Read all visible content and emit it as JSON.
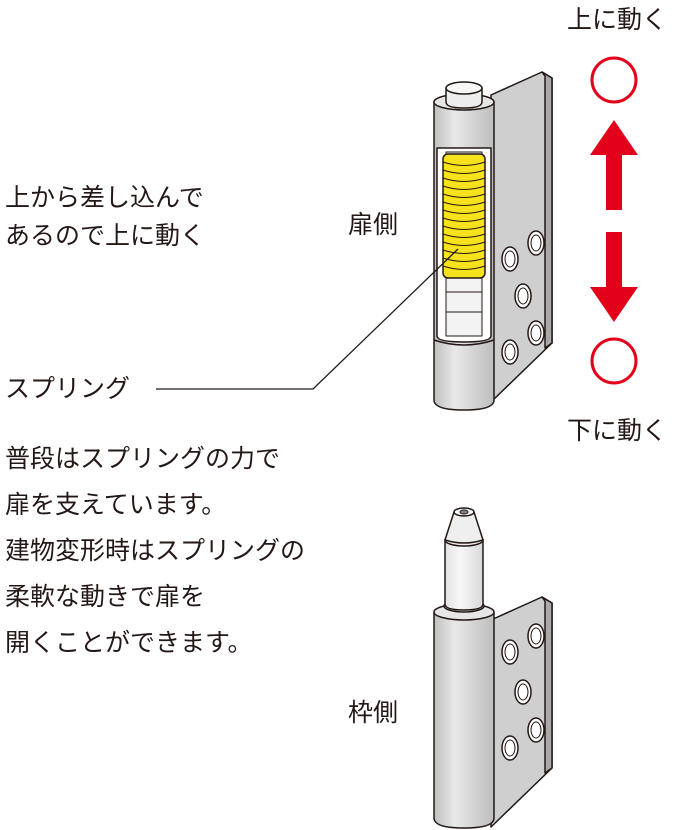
{
  "labels": {
    "up_moves": "上に動く",
    "down_moves": "下に動く",
    "door_side": "扉側",
    "frame_side": "枠側",
    "spring": "スプリング"
  },
  "notes": {
    "insert": [
      "上から差し込んで",
      "あるので上に動く"
    ],
    "explain": [
      "普段はスプリングの力で",
      "扉を支えています。",
      "建物変形時はスプリングの",
      "柔軟な動きで扉を",
      "開くことができます。"
    ]
  },
  "colors": {
    "spring": "#f6e21c",
    "arrow": "#e3001a",
    "metal": "#d6d6d6",
    "outline": "#231815"
  },
  "icons": {
    "up": "circle-icon",
    "down": "circle-icon",
    "arrows": "double-arrow-icon"
  }
}
